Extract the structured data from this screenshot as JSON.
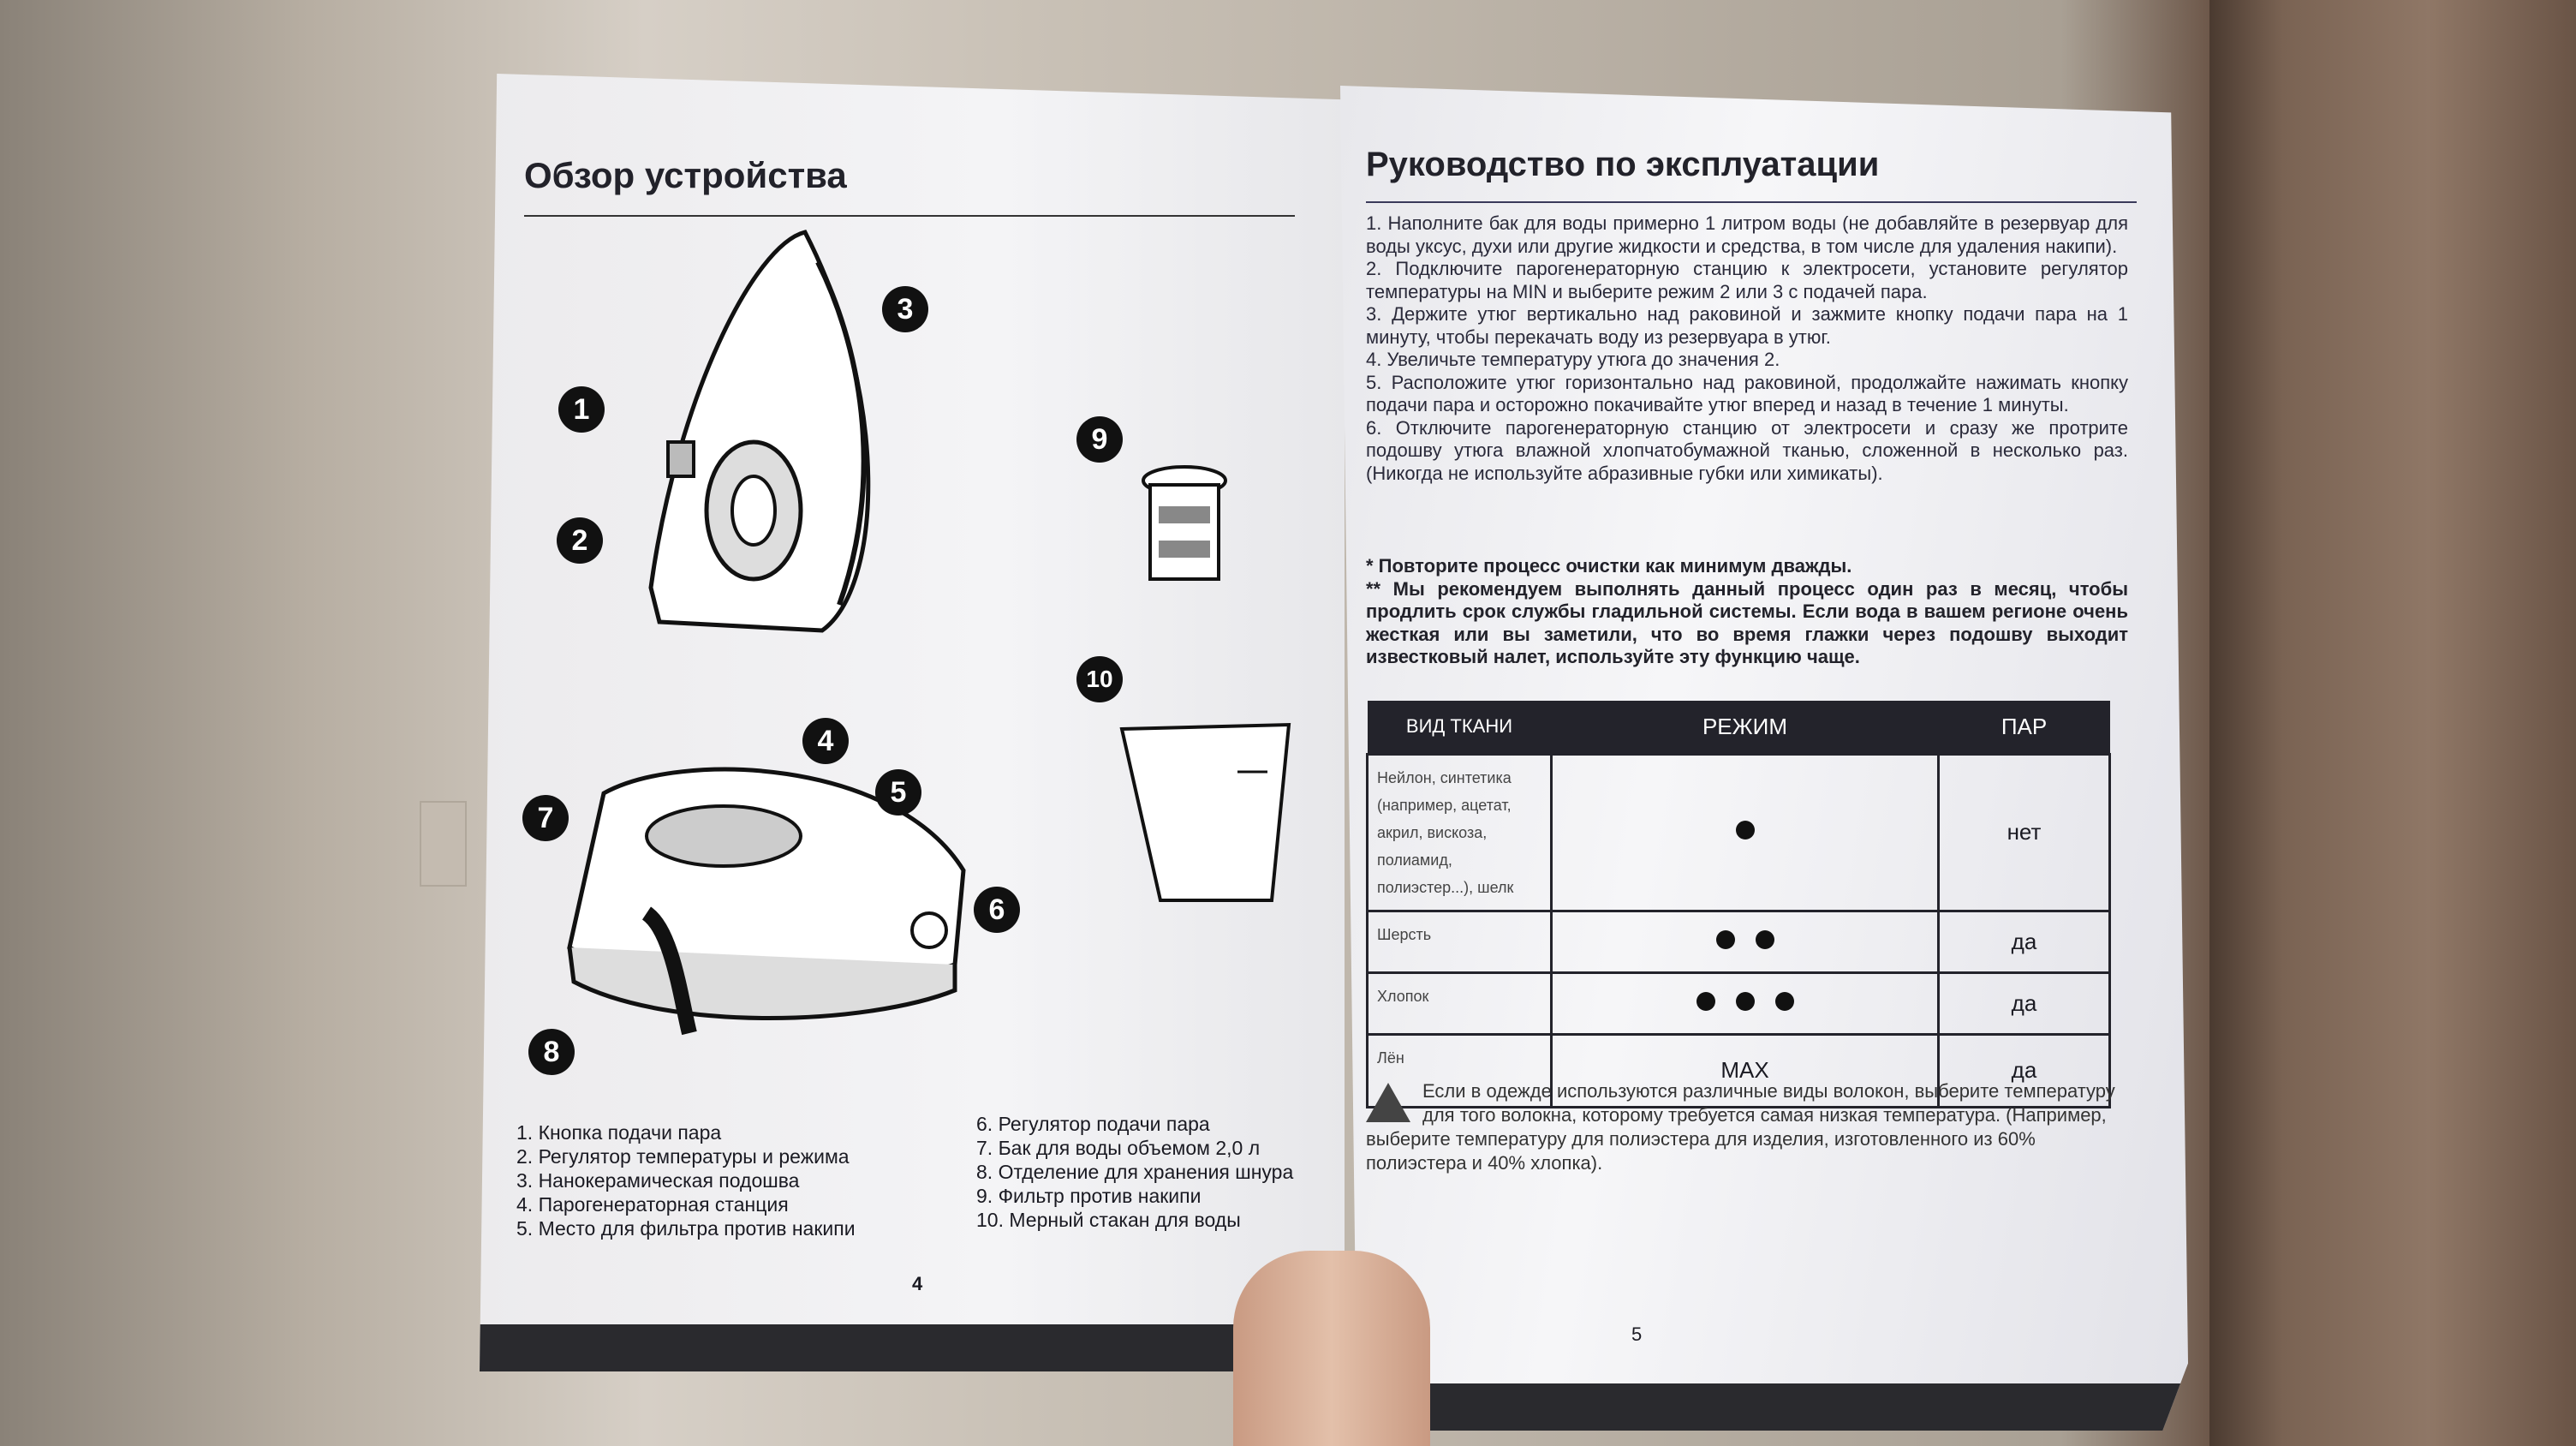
{
  "left_page": {
    "title": "Обзор устройства",
    "callouts": [
      "1",
      "2",
      "3",
      "4",
      "5",
      "6",
      "7",
      "8",
      "9",
      "10"
    ],
    "parts": [
      "1. Кнопка подачи пара",
      "2. Регулятор температуры и режима",
      "3. Нанокерамическая подошва",
      "4. Парогенераторная станция",
      "5. Место для фильтра против накипи",
      "6. Регулятор подачи пара",
      "7. Бак для воды объемом 2,0 л",
      "8. Отделение для хранения шнура",
      "9. Фильтр против накипи",
      "10. Мерный стакан для воды"
    ],
    "page_number": "4"
  },
  "right_page": {
    "title": "Руководство по эксплуатации",
    "steps": [
      "1. Наполните бак для воды примерно 1 литром воды (не добавляйте в резервуар для воды уксус, духи или другие жидкости и средства, в том числе для удаления накипи).",
      "2. Подключите парогенераторную станцию к электросети, установите регулятор температуры на MIN и выберите режим 2 или 3 с подачей пара.",
      "3. Держите утюг вертикально над раковиной и зажмите кнопку подачи пара на 1 минуту, чтобы перекачать воду из резервуара в утюг.",
      "4. Увеличьте температуру утюга до значения 2.",
      "5. Расположите утюг горизонтально над раковиной, продолжайте нажимать кнопку подачи пара и осторожно покачивайте утюг вперед и назад в течение 1 минуты.",
      "6. Отключите парогенераторную станцию от электросети и сразу же протрите подошву утюга влажной хлопчатобумажной тканью, сложенной в несколько раз. (Никогда не используйте абразивные губки или химикаты)."
    ],
    "note1": "* Повторите процесс очистки как минимум дважды.",
    "note2": "** Мы рекомендуем выполнять данный процесс один раз в месяц, чтобы продлить срок службы гладильной системы. Если вода в вашем регионе очень жесткая или вы заметили, что во время глажки через подошву выходит известковый налет, используйте эту функцию чаще.",
    "table": {
      "headers": [
        "ВИД ТКАНИ",
        "РЕЖИМ",
        "ПАР"
      ],
      "rows": [
        {
          "fabric": "Нейлон, синтетика (например, ацетат, акрил, вискоза, полиамид, полиэстер...), шелк",
          "dots": 1,
          "mode": "",
          "steam": "нет"
        },
        {
          "fabric": "Шерсть",
          "dots": 2,
          "mode": "",
          "steam": "да"
        },
        {
          "fabric": "Хлопок",
          "dots": 3,
          "mode": "",
          "steam": "да"
        },
        {
          "fabric": "Лён",
          "dots": 0,
          "mode": "MAX",
          "steam": "да"
        }
      ]
    },
    "warning": "Если в одежде используются различные виды волокон, выберите температуру для того волокна, которому требуется самая низкая температура. (Например, выберите температуру для полиэстера для изделия, изготовленного из 60% полиэстера и 40% хлопка).",
    "page_number": "5"
  }
}
